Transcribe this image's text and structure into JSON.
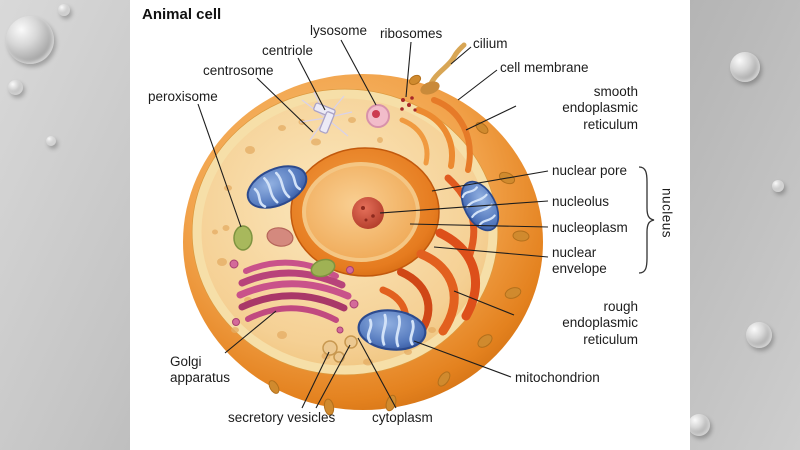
{
  "title": "Animal cell",
  "labels": {
    "peroxisome": "peroxisome",
    "centrosome": "centrosome",
    "centriole": "centriole",
    "lysosome": "lysosome",
    "ribosomes": "ribosomes",
    "cilium": "cilium",
    "cell_membrane": "cell membrane",
    "smooth_er": "smooth\nendoplasmic\nreticulum",
    "nuclear_pore": "nuclear pore",
    "nucleolus": "nucleolus",
    "nucleoplasm": "nucleoplasm",
    "nuclear_envelope": "nuclear\nenvelope",
    "nucleus": "nucleus",
    "rough_er": "rough\nendoplasmic\nreticulum",
    "mitochondrion": "mitochondrion",
    "golgi_apparatus": "Golgi\napparatus",
    "secretory_vesicles": "secretory vesicles",
    "cytoplasm": "cytoplasm"
  },
  "colors": {
    "cell_membrane": "#e4821f",
    "cytoplasm_interior": "#f5d094",
    "nuclear_envelope": "#e67c20",
    "nucleoplasm": "#f0b060",
    "nucleolus": "#b23c2a",
    "mitochondrion": "#5277bc",
    "golgi_apparatus": "#b8437a",
    "endoplasmic_reticulum": "#dd4f1a",
    "peroxisome": "#a8b85c",
    "lysosome": "#f2bcca",
    "leader_line": "#1d1d1d",
    "background_gray": "#b9b9b9",
    "panel_white": "#ffffff"
  }
}
